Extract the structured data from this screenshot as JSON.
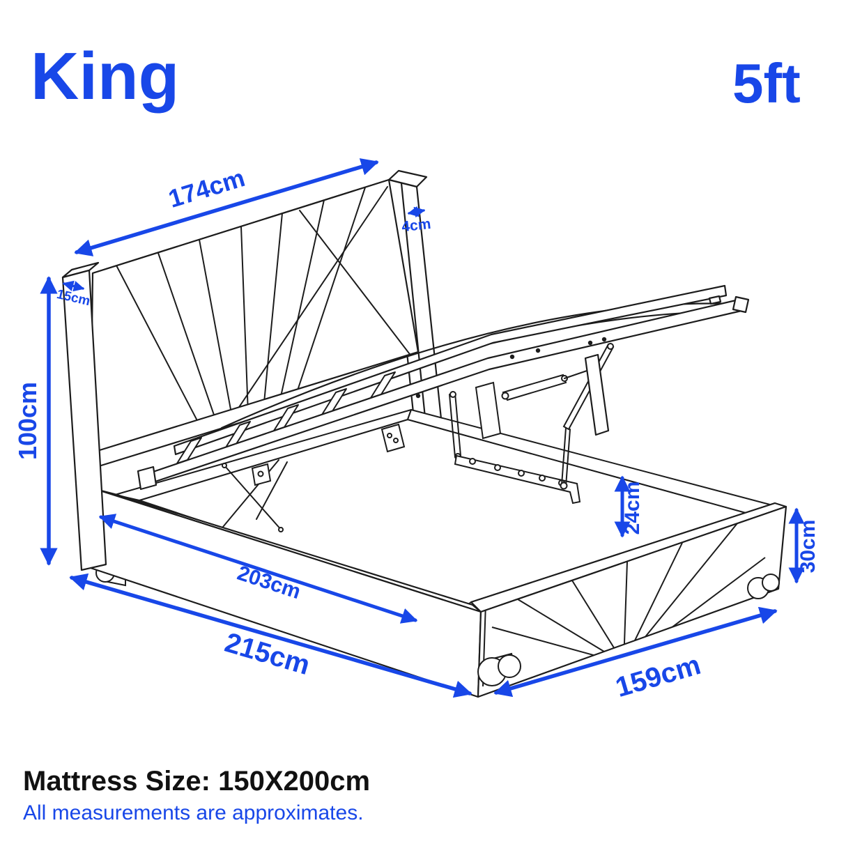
{
  "header": {
    "title": "King",
    "size_badge": "5ft"
  },
  "dimensions": {
    "headboard_width": "174cm",
    "wing_thickness": "4cm",
    "post_depth": "15cm",
    "headboard_height": "100cm",
    "inner_length": "203cm",
    "outer_length": "215cm",
    "base_width": "159cm",
    "storage_depth": "24cm",
    "base_height": "30cm"
  },
  "footer": {
    "mattress_size": "Mattress Size: 150X200cm",
    "note": "All measurements are approximates."
  },
  "colors": {
    "accent": "#1847E8",
    "line": "#1C1C1C"
  }
}
